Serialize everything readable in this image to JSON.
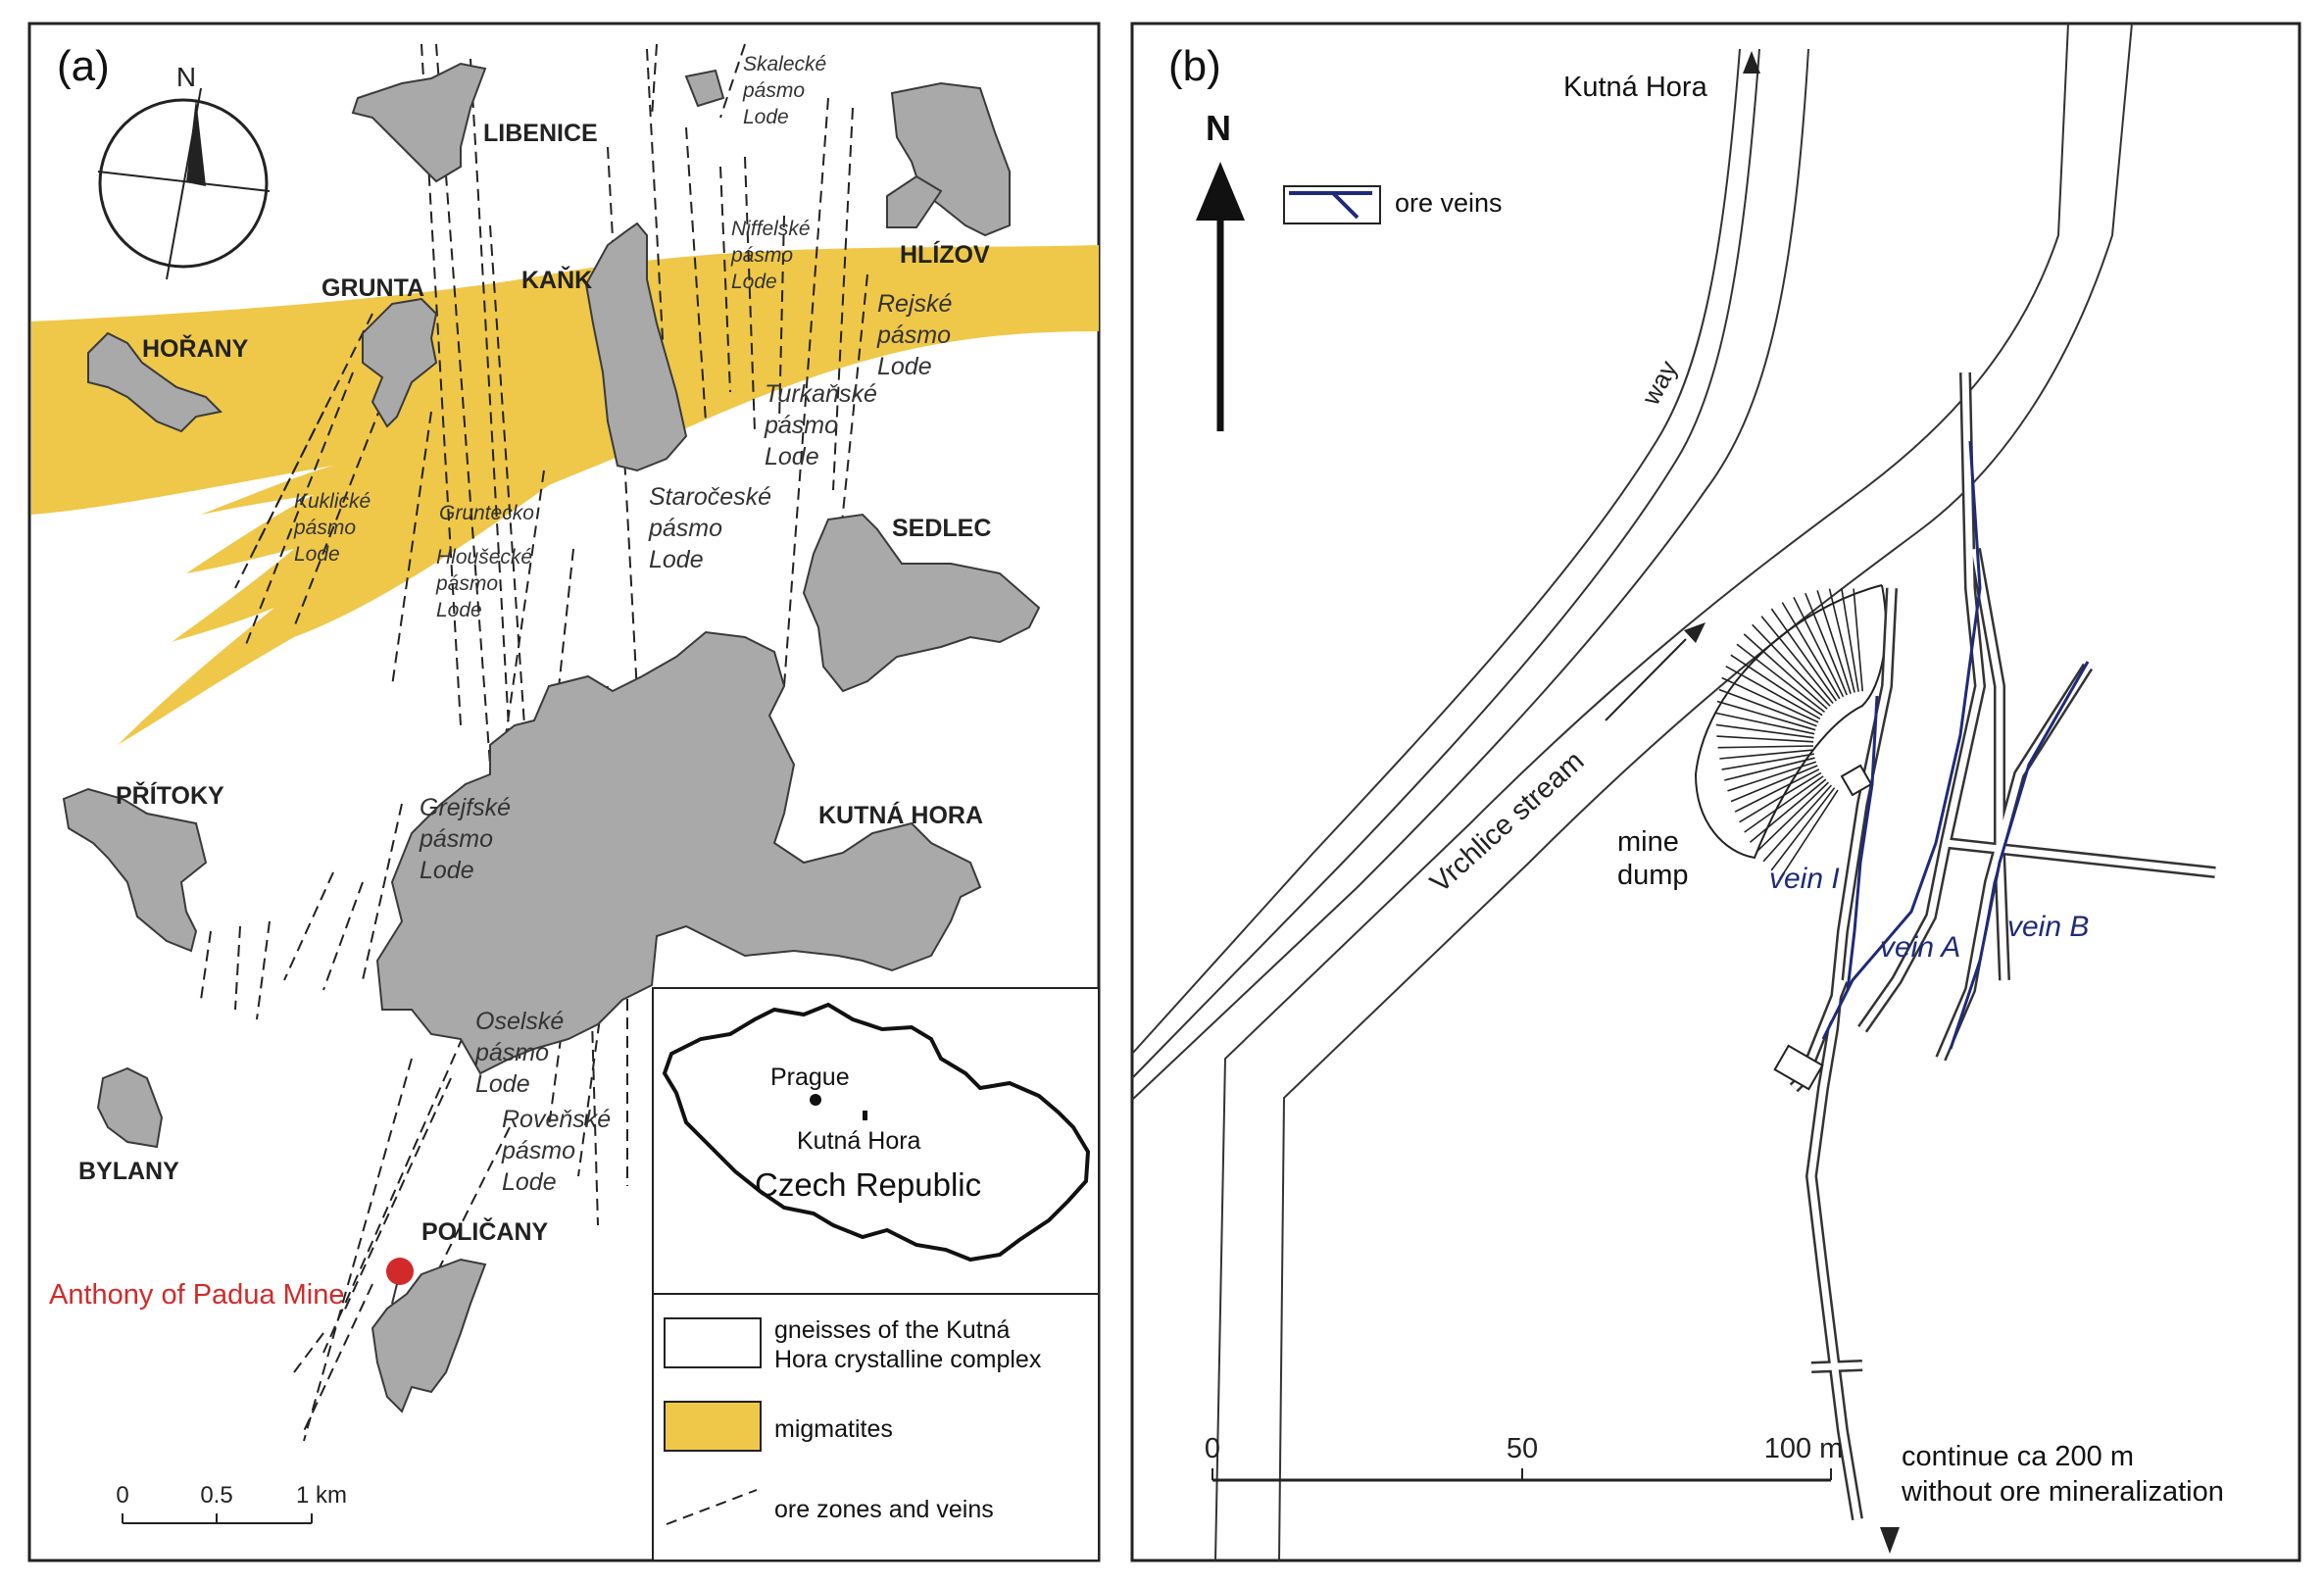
{
  "panel_a": {
    "label": "(a)",
    "north": "N",
    "towns": {
      "libenice": "LIBENICE",
      "grunta": "GRUNTA",
      "kank": "KAŇK",
      "hlizov": "HLÍZOV",
      "horany": "HOŘANY",
      "sedlec": "SEDLEC",
      "pritoky": "PŘÍTOKY",
      "kutna_hora": "KUTNÁ HORA",
      "bylany": "BYLANY",
      "policany": "POLIČANY"
    },
    "zones": {
      "skalecke": [
        "Skalecké",
        "pásmo",
        "Lode"
      ],
      "niffelske": [
        "Niffelské",
        "pásmo",
        "Lode"
      ],
      "rejske": [
        "Rejské",
        "pásmo",
        "Lode"
      ],
      "turkanske": [
        "Turkaňské",
        "pásmo",
        "Lode"
      ],
      "kuklicke": [
        "Kuklické",
        "pásmo",
        "Lode"
      ],
      "gruntecko": [
        "Gruntecko"
      ],
      "hloussecke": [
        "Hloušecké",
        "pásmo",
        "Lode"
      ],
      "staroceske": [
        "Staročeské",
        "pásmo",
        "Lode"
      ],
      "grejfske": [
        "Grejfské",
        "pásmo",
        "Lode"
      ],
      "oselske": [
        "Oselské",
        "pásmo",
        "Lode"
      ],
      "rovenske": [
        "Roveňské",
        "pásmo",
        "Lode"
      ]
    },
    "mine_label": "Anthony of Padua Mine",
    "inset": {
      "prague": "Prague",
      "kutna_hora": "Kutná Hora",
      "country": "Czech Republic"
    },
    "legend": {
      "gneiss": [
        "gneisses of the Kutná",
        "Hora crystalline complex"
      ],
      "migmatites": "migmatites",
      "ore_zones": "ore zones and veins"
    },
    "scale": {
      "t0": "0",
      "t1": "0.5",
      "t2": "1 km"
    },
    "colors": {
      "migmatite": "#efc84a",
      "town": "#a9a9a9",
      "mine": "#d22a2a"
    }
  },
  "panel_b": {
    "label": "(b)",
    "north": "N",
    "kutna_hora": "Kutná Hora",
    "way": "way",
    "stream": "Vrchlice stream",
    "legend_ore": "ore veins",
    "dump": [
      "mine",
      "dump"
    ],
    "veins": {
      "i": "vein I",
      "a": "vein A",
      "b": "vein B"
    },
    "scale": {
      "t0": "0",
      "t1": "50",
      "t2": "100 m"
    },
    "note": [
      "continue ca 200 m",
      "without ore mineralization"
    ],
    "colors": {
      "vein": "#1f2a7a"
    }
  }
}
